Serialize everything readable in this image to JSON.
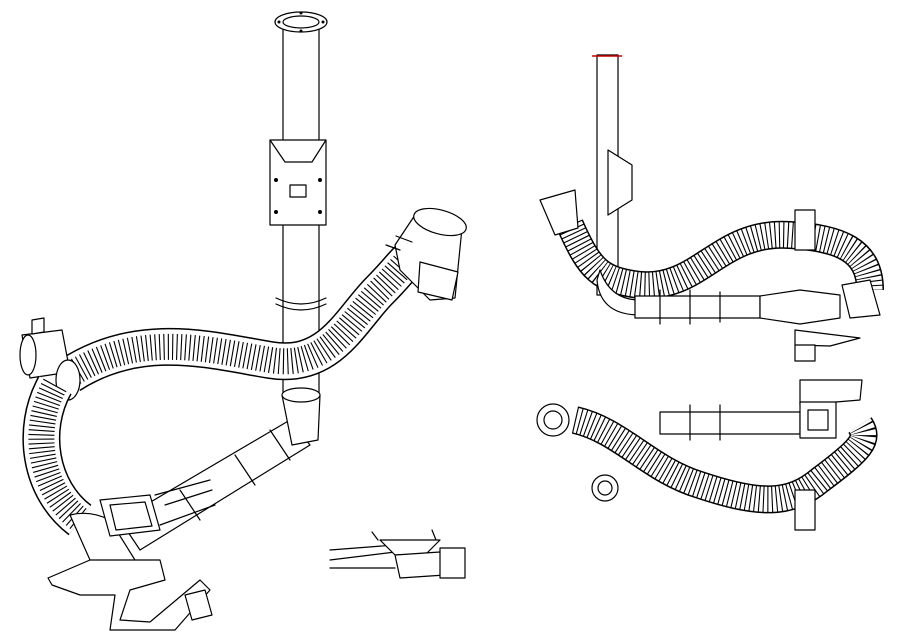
{
  "drawing": {
    "line_color": "#000000",
    "background": "#ffffff",
    "accent_color": "#cc0000",
    "views": [
      "perspective",
      "side",
      "top",
      "detail"
    ]
  }
}
